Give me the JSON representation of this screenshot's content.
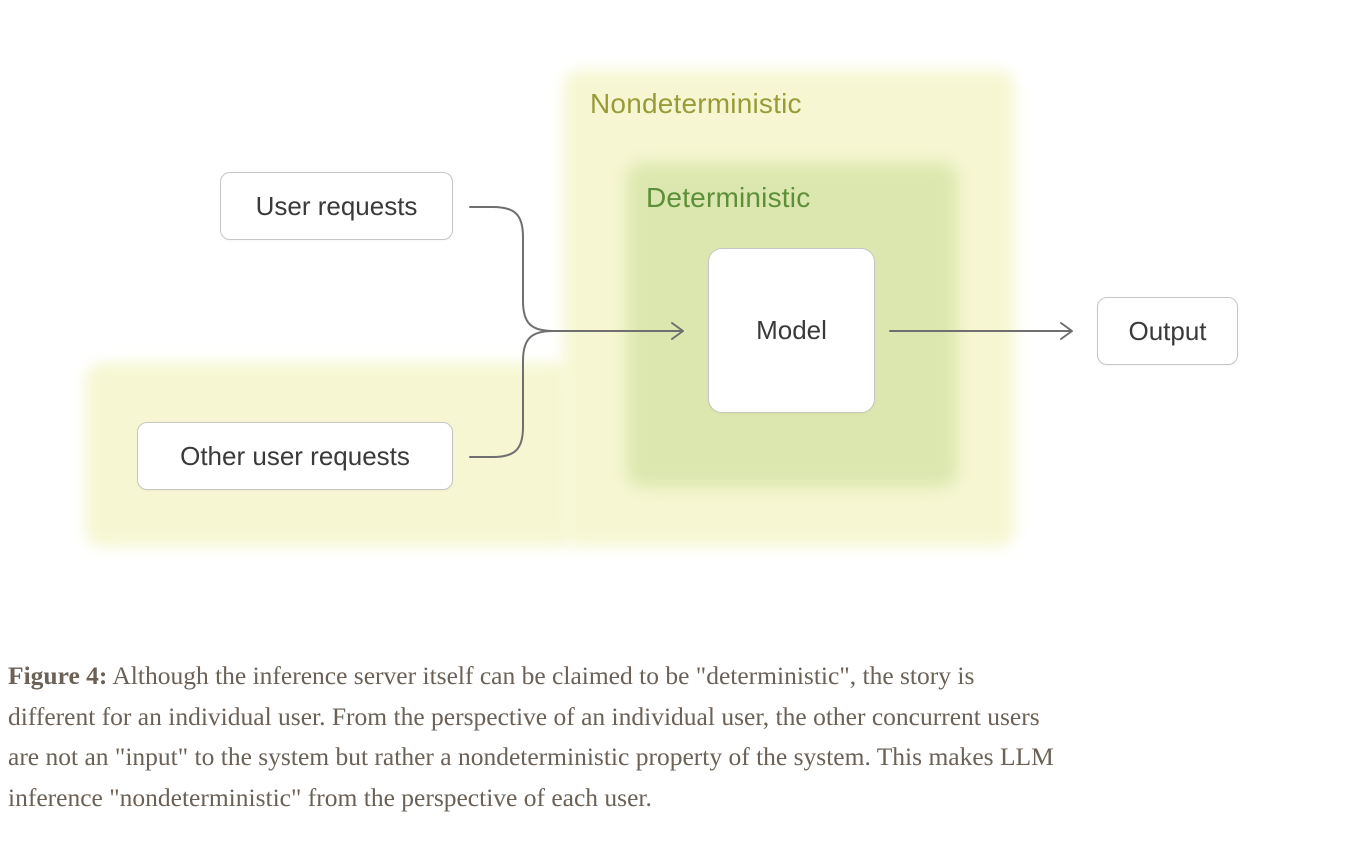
{
  "colors": {
    "page-bg": "#ffffff",
    "region-yellow": "#f6f7d2",
    "region-green": "#dbe7ae",
    "label-olive": "#9a9b38",
    "label-green": "#5d8f3a",
    "node-border": "#c6c6c6",
    "node-text": "#3a3a3a",
    "connector": "#6f6f6f",
    "caption-text": "#6b6157"
  },
  "diagram": {
    "regions": {
      "nondeterministic_label": "Nondeterministic",
      "deterministic_label": "Deterministic"
    },
    "nodes": {
      "user_requests": "User requests",
      "other_user_requests": "Other user requests",
      "model": "Model",
      "output": "Output"
    }
  },
  "caption": {
    "label": "Figure 4:",
    "line1": " Although the inference server itself can be claimed to be \"deterministic\", the story is",
    "line2": "different for an individual user. From the perspective of an individual user, the other concurrent users",
    "line3": "are not an \"input\" to the system but rather a nondeterministic property of the system. This makes LLM",
    "line4": "inference \"nondeterministic\" from the perspective of each user."
  }
}
